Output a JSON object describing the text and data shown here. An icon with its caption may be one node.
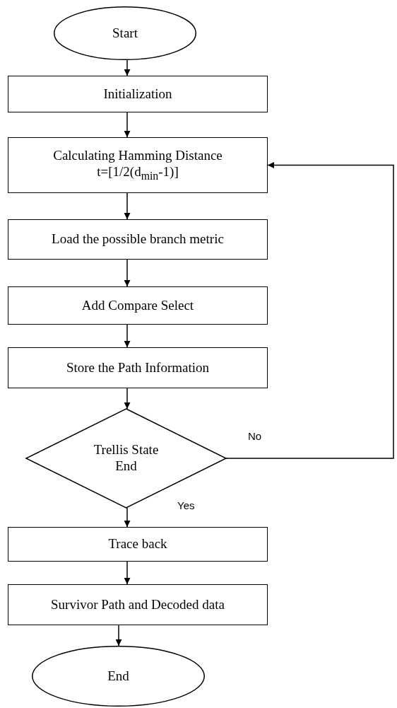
{
  "diagram": {
    "nodes": [
      {
        "text": [
          "Start"
        ]
      },
      {
        "text": [
          "Initialization"
        ]
      },
      {
        "text": [
          "Calculating Hamming Distance",
          "t=[1/2(d$_{min}$-1)]"
        ]
      },
      {
        "text": [
          "Load the possible branch metric"
        ]
      },
      {
        "text": [
          "Add Compare Select"
        ]
      },
      {
        "text": [
          "Store the Path Information"
        ]
      },
      {
        "text": [
          "Trellis State End"
        ]
      },
      {
        "text": [
          "Trace back"
        ]
      },
      {
        "text": [
          "Survivor Path and Decoded data"
        ]
      },
      {
        "text": [
          "End"
        ]
      }
    ],
    "edges": [
      {
        "from": 0,
        "to": 1,
        "arrow": "to"
      },
      {
        "from": 1,
        "to": 2,
        "arrow": "to"
      },
      {
        "from": 2,
        "to": 3,
        "arrow": "to"
      },
      {
        "from": 3,
        "to": 4,
        "arrow": "to"
      },
      {
        "from": 4,
        "to": 5,
        "arrow": "to"
      },
      {
        "from": 5,
        "to": 6,
        "arrow": "to"
      },
      {
        "from": 6,
        "to": 2,
        "arrow": "to",
        "label": "No"
      },
      {
        "from": 6,
        "to": 7,
        "arrow": "to",
        "label": "Yes"
      },
      {
        "from": 7,
        "to": 8,
        "arrow": "to"
      },
      {
        "from": 8,
        "to": 9,
        "arrow": "to"
      }
    ]
  }
}
